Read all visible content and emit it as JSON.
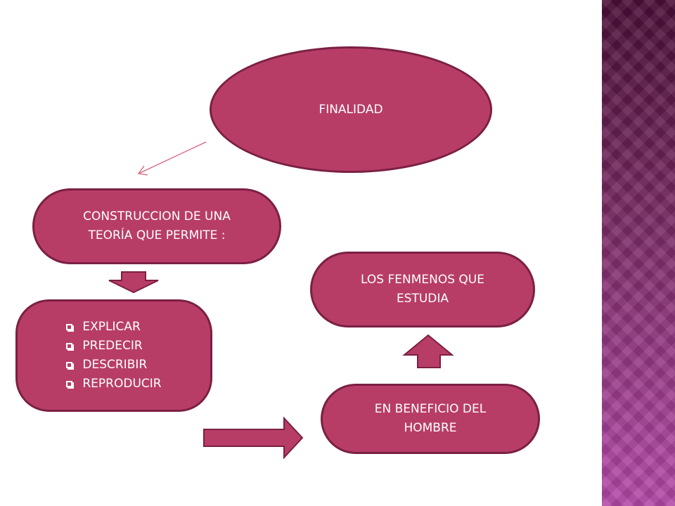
{
  "diagram": {
    "nodes": {
      "finalidad": {
        "label": "FINALIDAD"
      },
      "construccion": {
        "line1": "CONSTRUCCION DE UNA",
        "line2": "TEORÍA  QUE PERMITE :"
      },
      "list": {
        "items": [
          "EXPLICAR",
          "PREDECIR",
          "DESCRIBIR",
          "REPRODUCIR"
        ]
      },
      "fenomenos": {
        "line1": "LOS FENMENOS QUE",
        "line2": "ESTUDIA"
      },
      "beneficio": {
        "line1": "EN BENEFICIO DEL",
        "line2": "HOMBRE"
      }
    },
    "colors": {
      "node_fill": "#b83d66",
      "node_border": "#7a2043",
      "text": "#ffffff",
      "connector_line": "#d9607a"
    }
  }
}
